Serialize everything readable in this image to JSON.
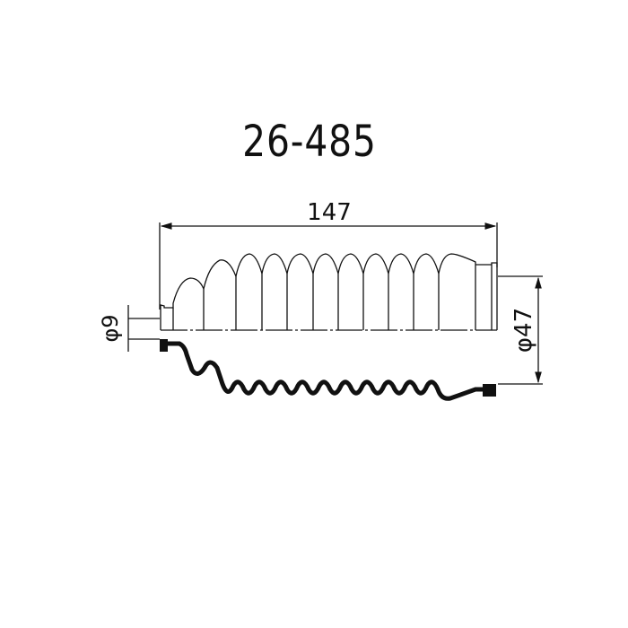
{
  "part_number": "26-485",
  "dimensions": {
    "length": "147",
    "small_diameter": "φ9",
    "large_diameter": "φ47"
  },
  "colors": {
    "line": "#111111",
    "background": "#ffffff"
  }
}
